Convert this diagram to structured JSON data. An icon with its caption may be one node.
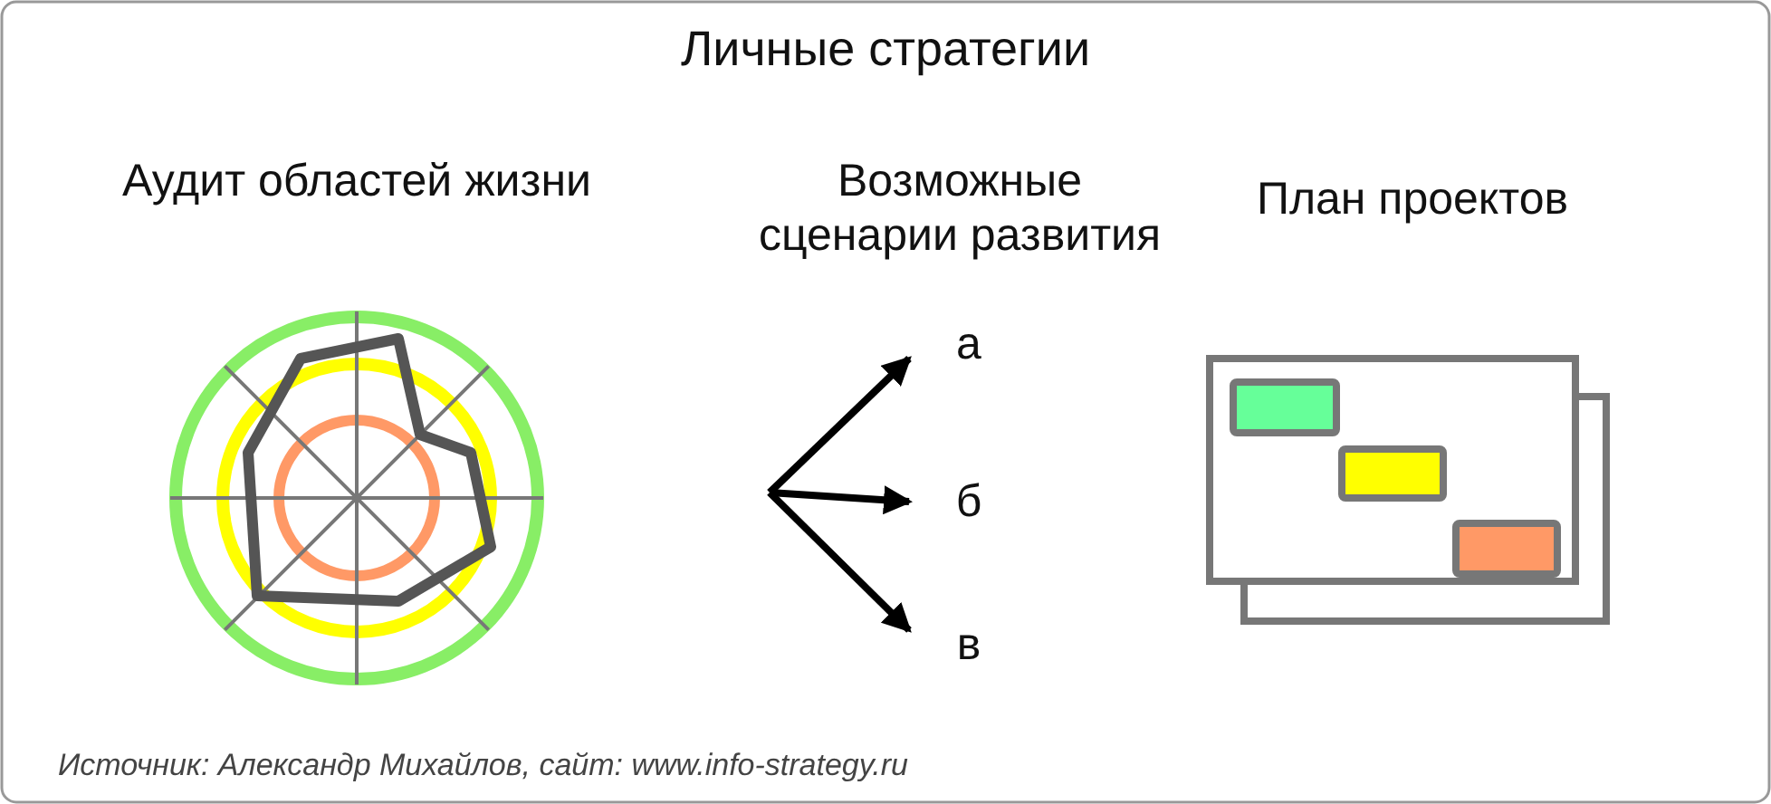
{
  "diagram": {
    "title": "Личные стратегии",
    "caption": "Источник: Александр Михайлов, сайт: www.info-strategy.ru",
    "nodes": [
      {
        "text": [
          "а"
        ]
      },
      {
        "text": [
          "б"
        ]
      },
      {
        "text": [
          "в"
        ]
      }
    ],
    "edges": [
      {
        "from": null,
        "to": 0,
        "arrow": "to"
      },
      {
        "from": null,
        "to": 1,
        "arrow": "to"
      },
      {
        "from": null,
        "to": 2,
        "arrow": "to"
      }
    ],
    "labels": [
      "Аудит областей жизни",
      "Возможные сценарии развития",
      "План проектов"
    ]
  }
}
